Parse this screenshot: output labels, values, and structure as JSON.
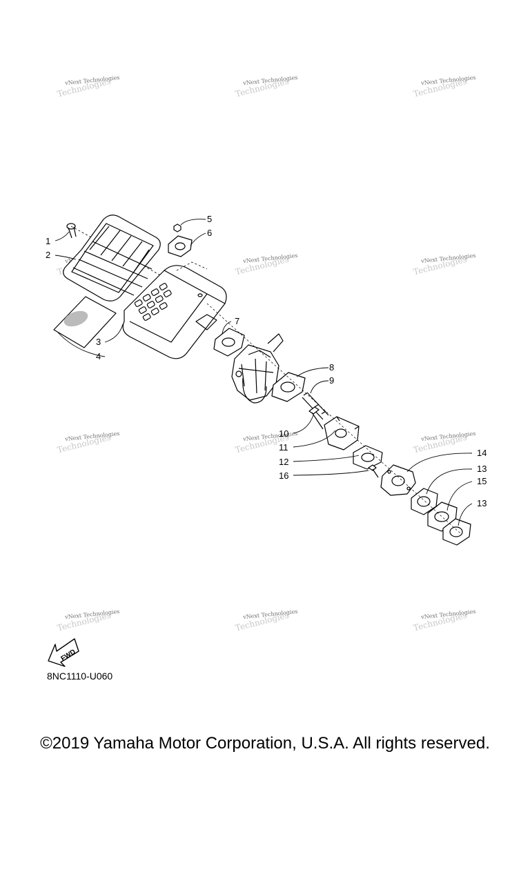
{
  "watermark": {
    "line1": "vNext Technologies",
    "line2": "Technologies"
  },
  "callouts": [
    "1",
    "2",
    "3",
    "4",
    "5",
    "6",
    "7",
    "8",
    "9",
    "10",
    "11",
    "12",
    "13",
    "13",
    "14",
    "15",
    "16"
  ],
  "fwd_label": "FWD",
  "diagram_code": "8NC1110-U060",
  "copyright": "©2019 Yamaha Motor Corporation, U.S.A. All rights reserved."
}
